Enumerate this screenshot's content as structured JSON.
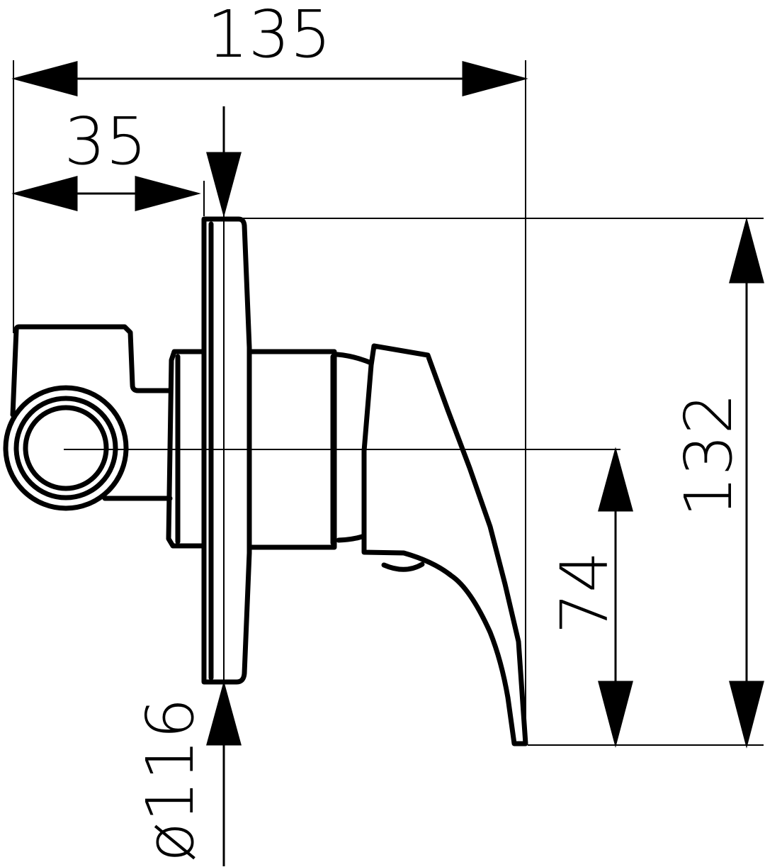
{
  "diagram": {
    "line_color": "#000000",
    "background_color": "#ffffff",
    "dimensions": {
      "overall_width": "135",
      "mount_depth": "35",
      "overall_height": "132",
      "lever_height": "74",
      "plate_diameter": "ø116"
    }
  }
}
